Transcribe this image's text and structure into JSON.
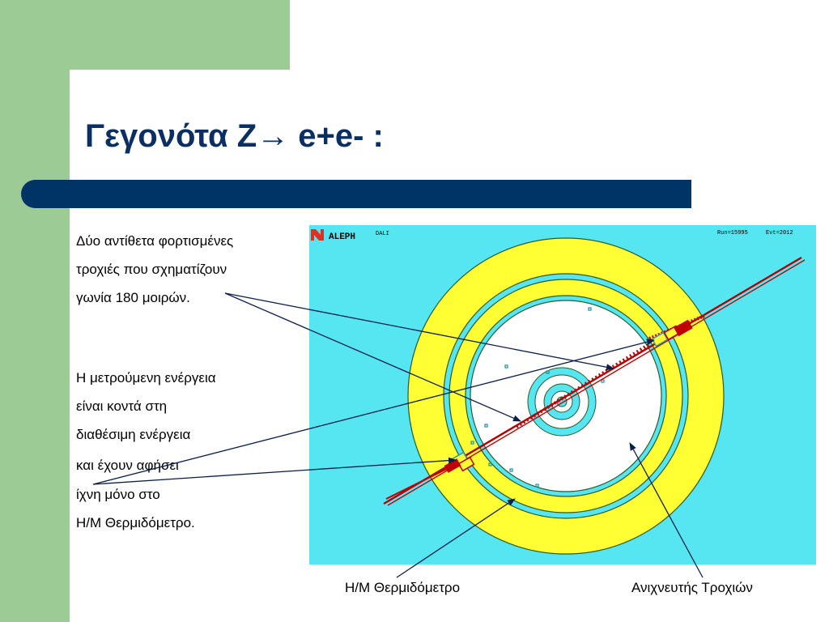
{
  "slide": {
    "title": "Γεγονότα Ζ→ e+e- :",
    "left_text": [
      "Δύο αντίθετα φορτισμένες",
      "τροχιές  που σχηματίζουν",
      "γωνία 180 μοιρών.",
      "Η μετρούμενη ενέργεια",
      "είναι κοντά στη",
      "διαθέσιμη ενέργεια",
      "και έχουν αφήσει",
      " ίχνη μόνο στο",
      "Η/Μ Θερμιδόμετρο."
    ],
    "captions": {
      "calorimeter": "Η/Μ Θερμιδόμετρο",
      "tracker": "Ανιχνευτής Τροχιών"
    }
  },
  "event_display": {
    "logo_text": "ALEPH",
    "dali_label": "DALI",
    "run_label": "Run=15995",
    "evt_label": "Evt=2012",
    "colors": {
      "background": "#55e6f2",
      "calorimeter": "#ffff33",
      "track": "#c00000",
      "cell": "#2f9fa8",
      "logo": "#e03020"
    }
  }
}
